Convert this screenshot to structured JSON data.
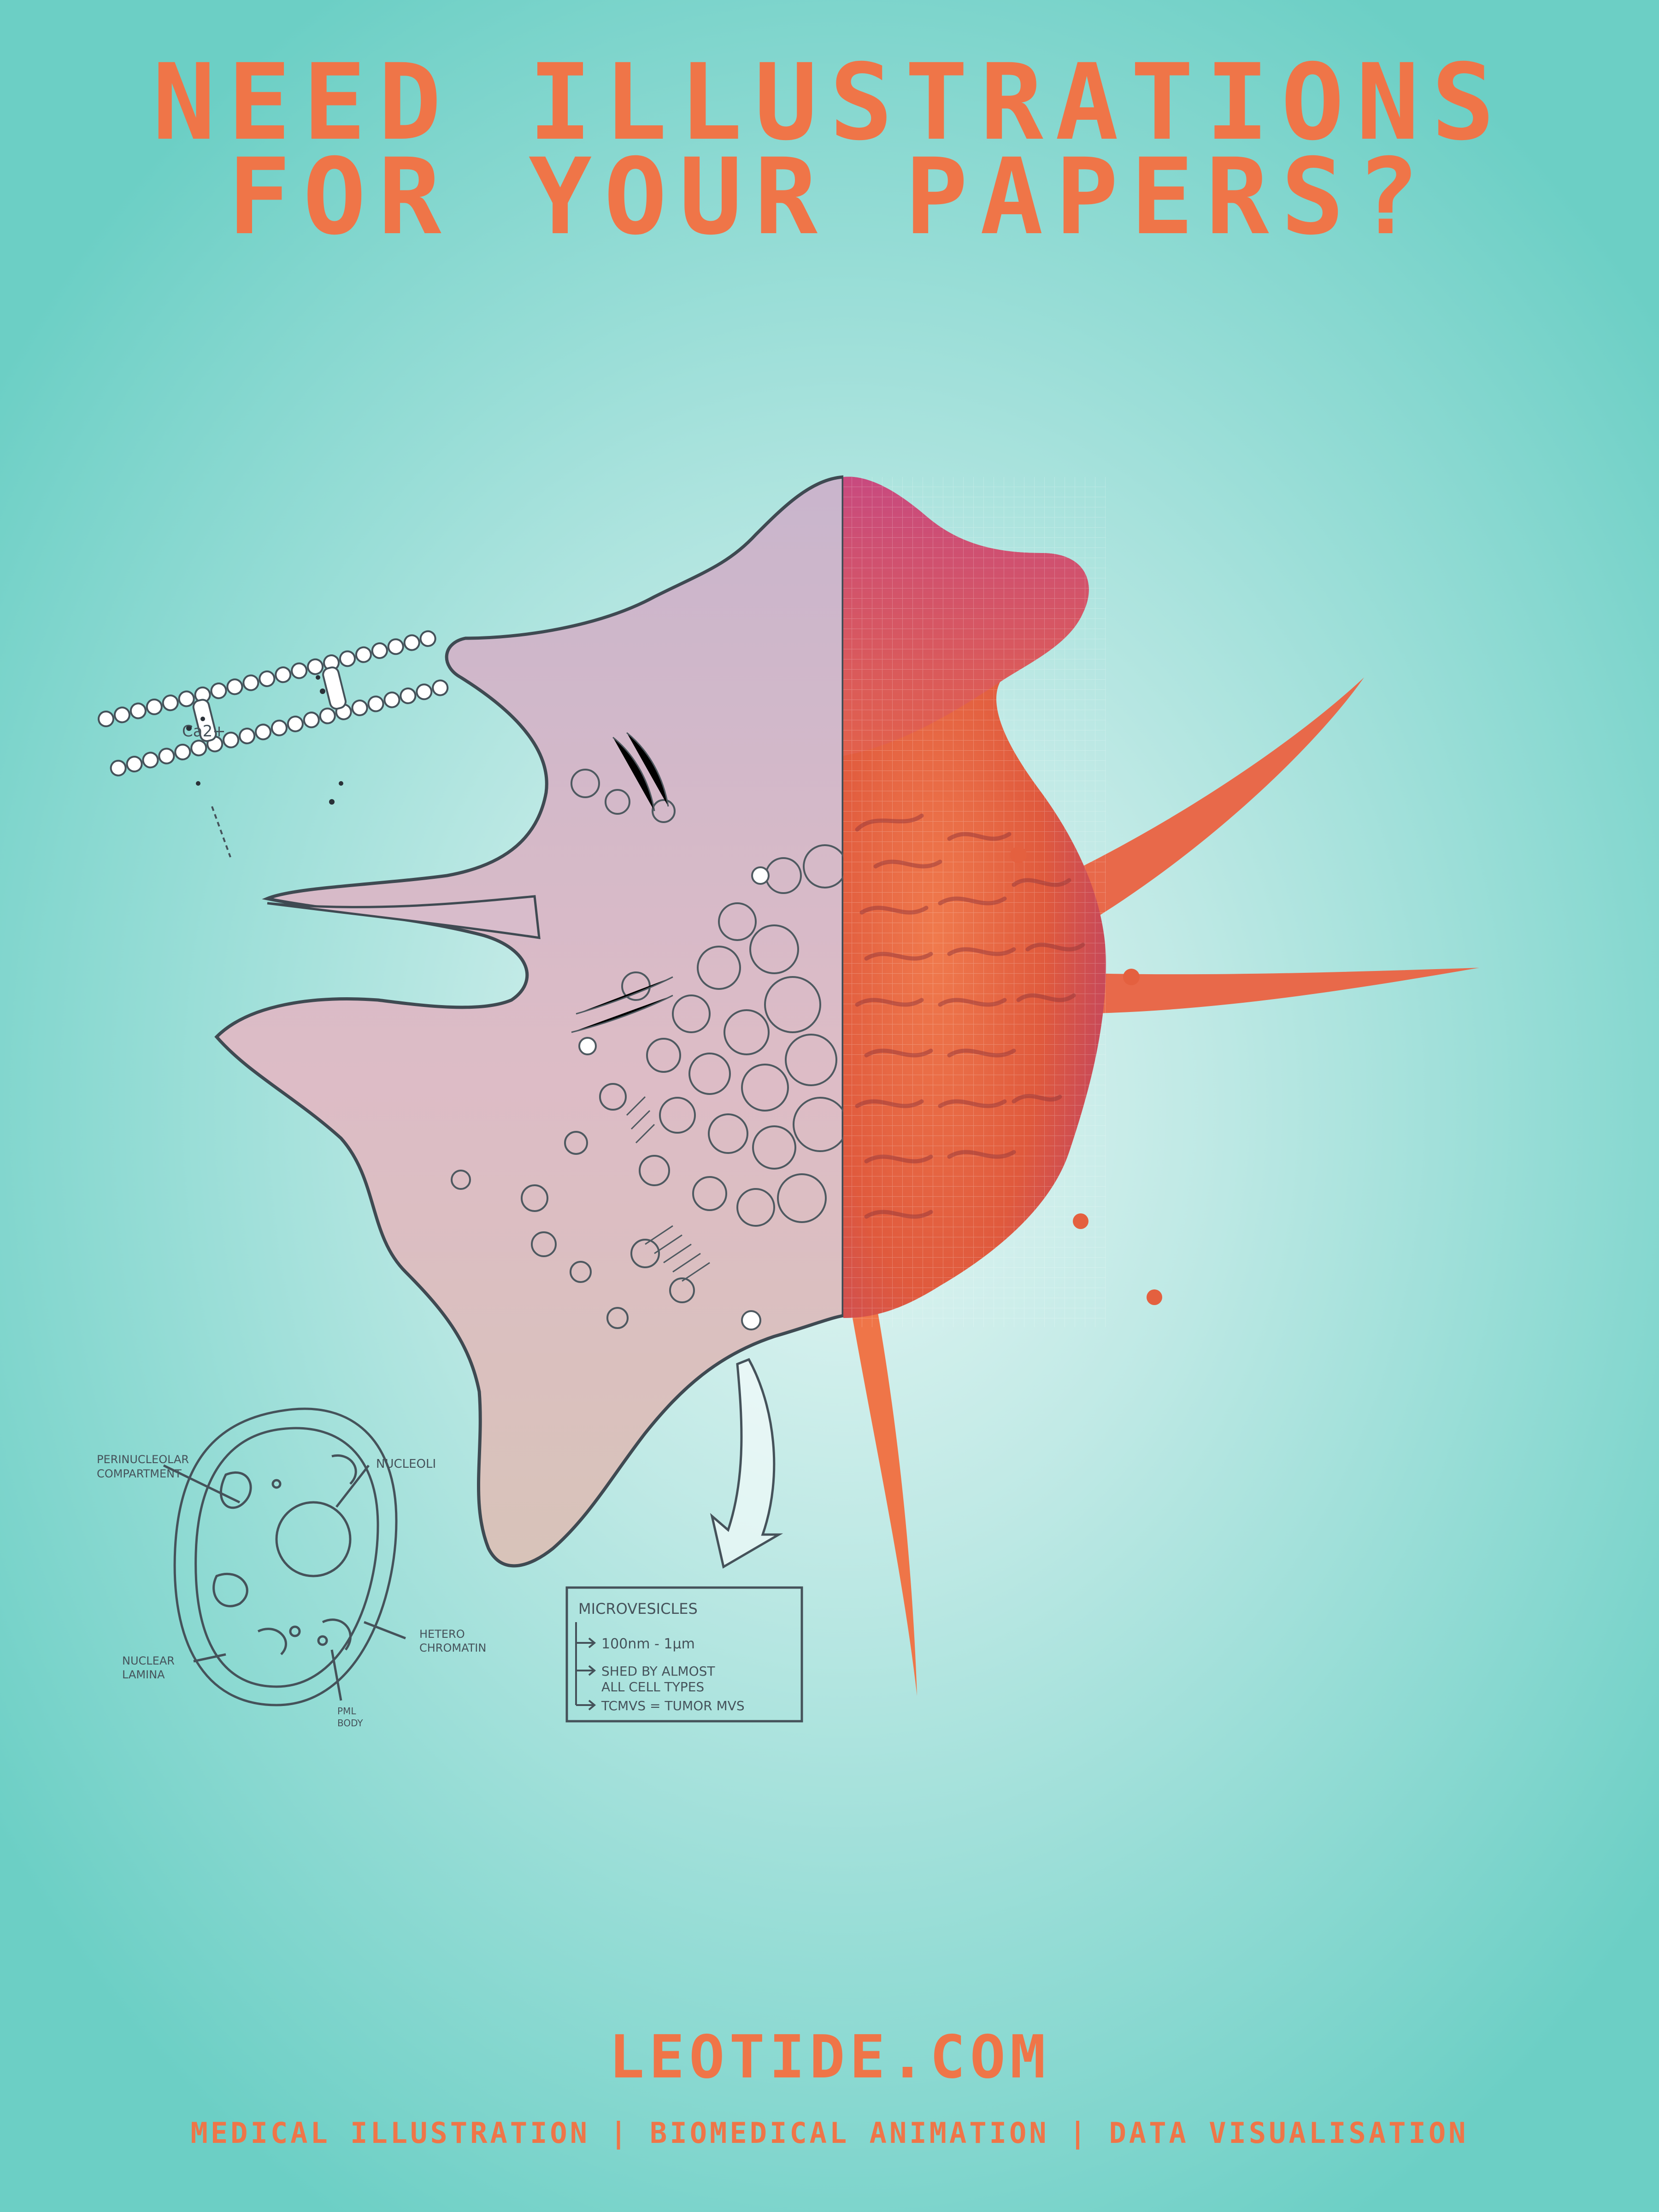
{
  "headline": {
    "line1": "NEED ILLUSTRATIONS",
    "line2": "FOR YOUR PAPERS?"
  },
  "annotations": {
    "ion": "Ca2+",
    "perinuclear": [
      "PERINUCLEOLAR",
      "COMPARTMENT"
    ],
    "nucleoli": "NUCLEOLI",
    "lamina": [
      "NUCLEAR",
      "LAMINA"
    ],
    "hetero": [
      "HETERO",
      "CHROMATIN"
    ],
    "pml": [
      "PML",
      "BODY"
    ],
    "box_title": "MICROVESICLES",
    "box_lines": [
      "100nm - 1μm",
      "SHED BY ALMOST",
      "ALL CELL TYPES",
      "TCMVS = TUMOR MVS"
    ]
  },
  "footer": {
    "website": "LEOTIDE.COM",
    "services": "MEDICAL ILLUSTRATION | BIOMEDICAL ANIMATION | DATA VISUALISATION"
  },
  "colors": {
    "accent": "#ef7548",
    "background": "#94dcd5",
    "sketch_fill": "#d9bdc8",
    "render_fill": "#e4603f"
  }
}
